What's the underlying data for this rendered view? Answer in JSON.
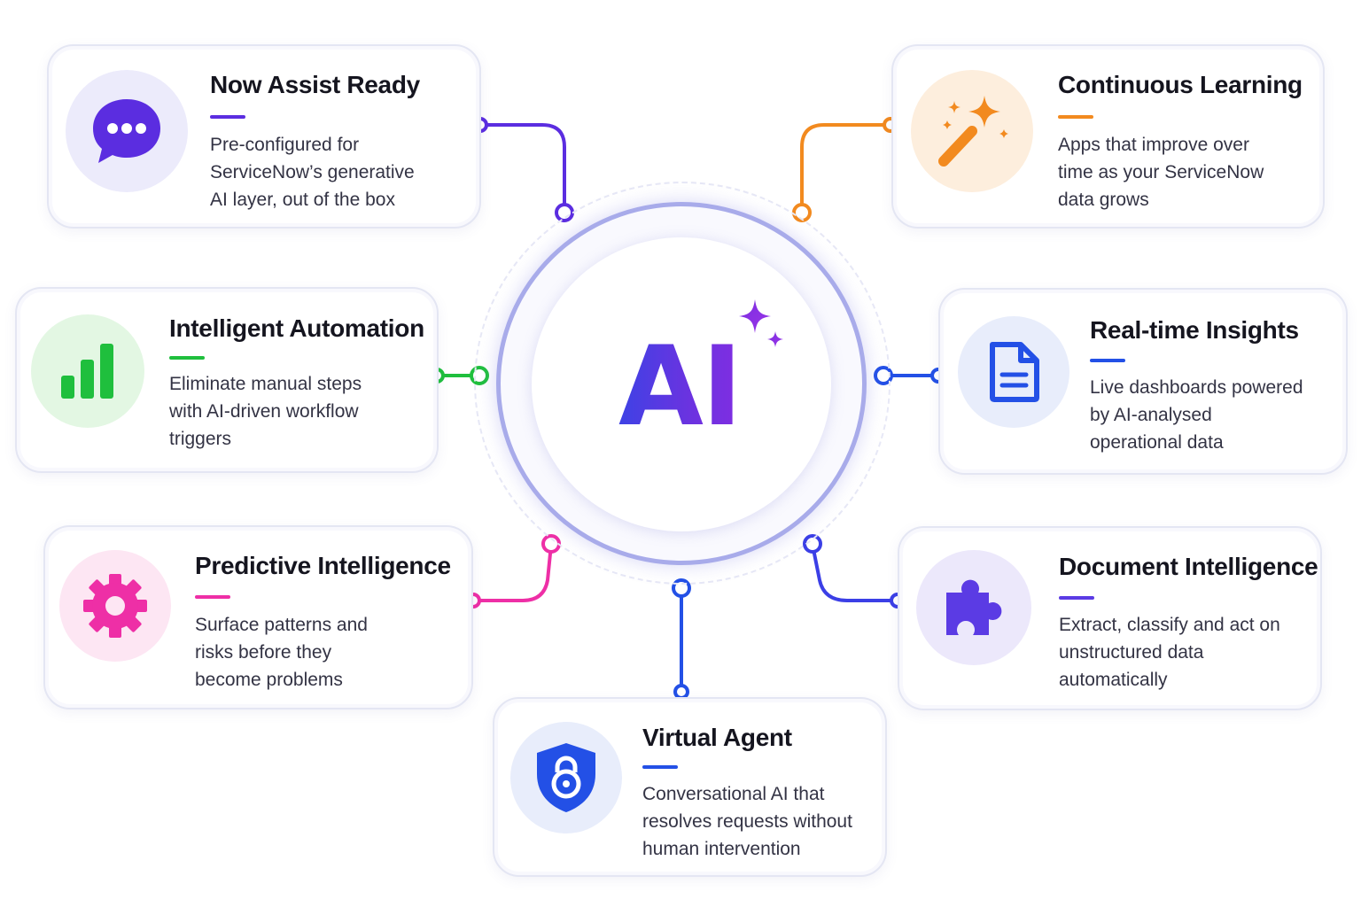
{
  "hub": {
    "label": "AI"
  },
  "cards": [
    {
      "id": "now-assist-ready",
      "title": "Now Assist Ready",
      "description": "Pre-configured for\nServiceNow’s generative\nAI layer, out of the box",
      "icon": "chat-bubble-icon",
      "accent": "#5b2de0",
      "icon_bg": "#ecebfb"
    },
    {
      "id": "continuous-learning",
      "title": "Continuous Learning",
      "description": "Apps that improve over\ntime as your ServiceNow\ndata grows",
      "icon": "magic-wand-icon",
      "accent": "#f28a1f",
      "icon_bg": "#fdeedd"
    },
    {
      "id": "intelligent-automation",
      "title": "Intelligent Automation",
      "description": "Eliminate manual steps\nwith AI-driven workflow\ntriggers",
      "icon": "bar-chart-icon",
      "accent": "#1fbf3d",
      "icon_bg": "#e3f7e3"
    },
    {
      "id": "real-time-insights",
      "title": "Real-time Insights",
      "description": "Live dashboards powered\nby AI-analysed\noperational data",
      "icon": "document-icon",
      "accent": "#2350e6",
      "icon_bg": "#e8edfb"
    },
    {
      "id": "predictive-intelligence",
      "title": "Predictive Intelligence",
      "description": "Surface patterns and\nrisks before they\nbecome problems",
      "icon": "gear-icon",
      "accent": "#ee2fa6",
      "icon_bg": "#fde6f3"
    },
    {
      "id": "document-intelligence",
      "title": "Document Intelligence",
      "description": "Extract, classify and act on\nunstructured data\nautomatically",
      "icon": "puzzle-icon",
      "accent": "#5b3be4",
      "icon_bg": "#ece8fb"
    },
    {
      "id": "virtual-agent",
      "title": "Virtual Agent",
      "description": "Conversational AI that\nresolves requests without\nhuman intervention",
      "icon": "shield-lock-icon",
      "accent": "#2350e6",
      "icon_bg": "#e8edfb"
    }
  ]
}
